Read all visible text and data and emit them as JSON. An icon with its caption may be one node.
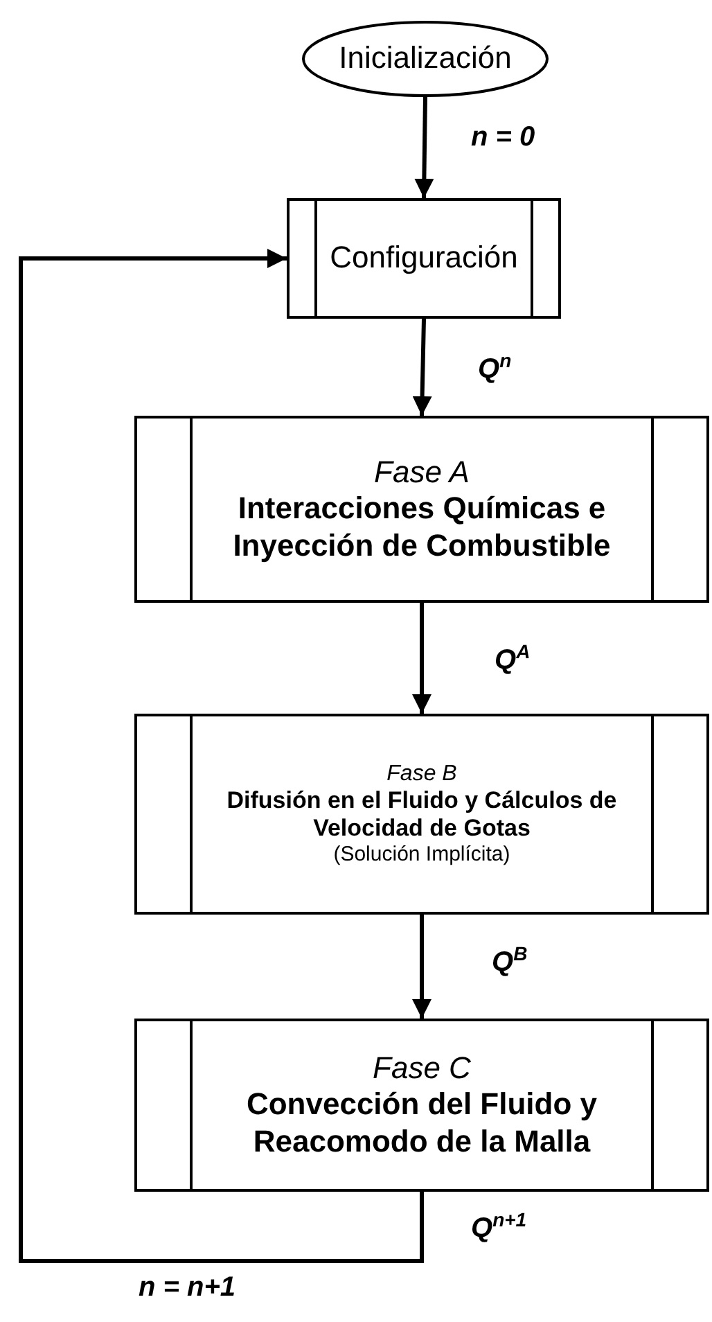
{
  "diagram": {
    "nodes": [
      {
        "text": [
          "Inicialización"
        ]
      },
      {
        "text": [
          "Configuración"
        ]
      },
      {
        "text": [
          "Fase A",
          "Interacciones Químicas e Inyección de Combustible"
        ]
      },
      {
        "text": [
          "Fase B",
          "Difusión en el Fluido y Cálculos de Velocidad de Gotas",
          "(Solución Implícita)"
        ]
      },
      {
        "text": [
          "Fase C",
          "Convección del Fluido y Reacomodo de la Malla"
        ]
      }
    ],
    "edges": [
      {
        "from": 0,
        "to": 1,
        "arrow": "to",
        "label": "n = 0"
      },
      {
        "from": 1,
        "to": 2,
        "arrow": "to",
        "label": "Q$^{n}$"
      },
      {
        "from": 2,
        "to": 3,
        "arrow": "to",
        "label": "Q$^{A}$"
      },
      {
        "from": 3,
        "to": 4,
        "arrow": "to",
        "label": "Q$^{B}$"
      },
      {
        "from": 4,
        "to": 1,
        "arrow": "to",
        "label": "Q$^{n+1}$"
      }
    ],
    "labels": [
      "n = n+1"
    ]
  }
}
